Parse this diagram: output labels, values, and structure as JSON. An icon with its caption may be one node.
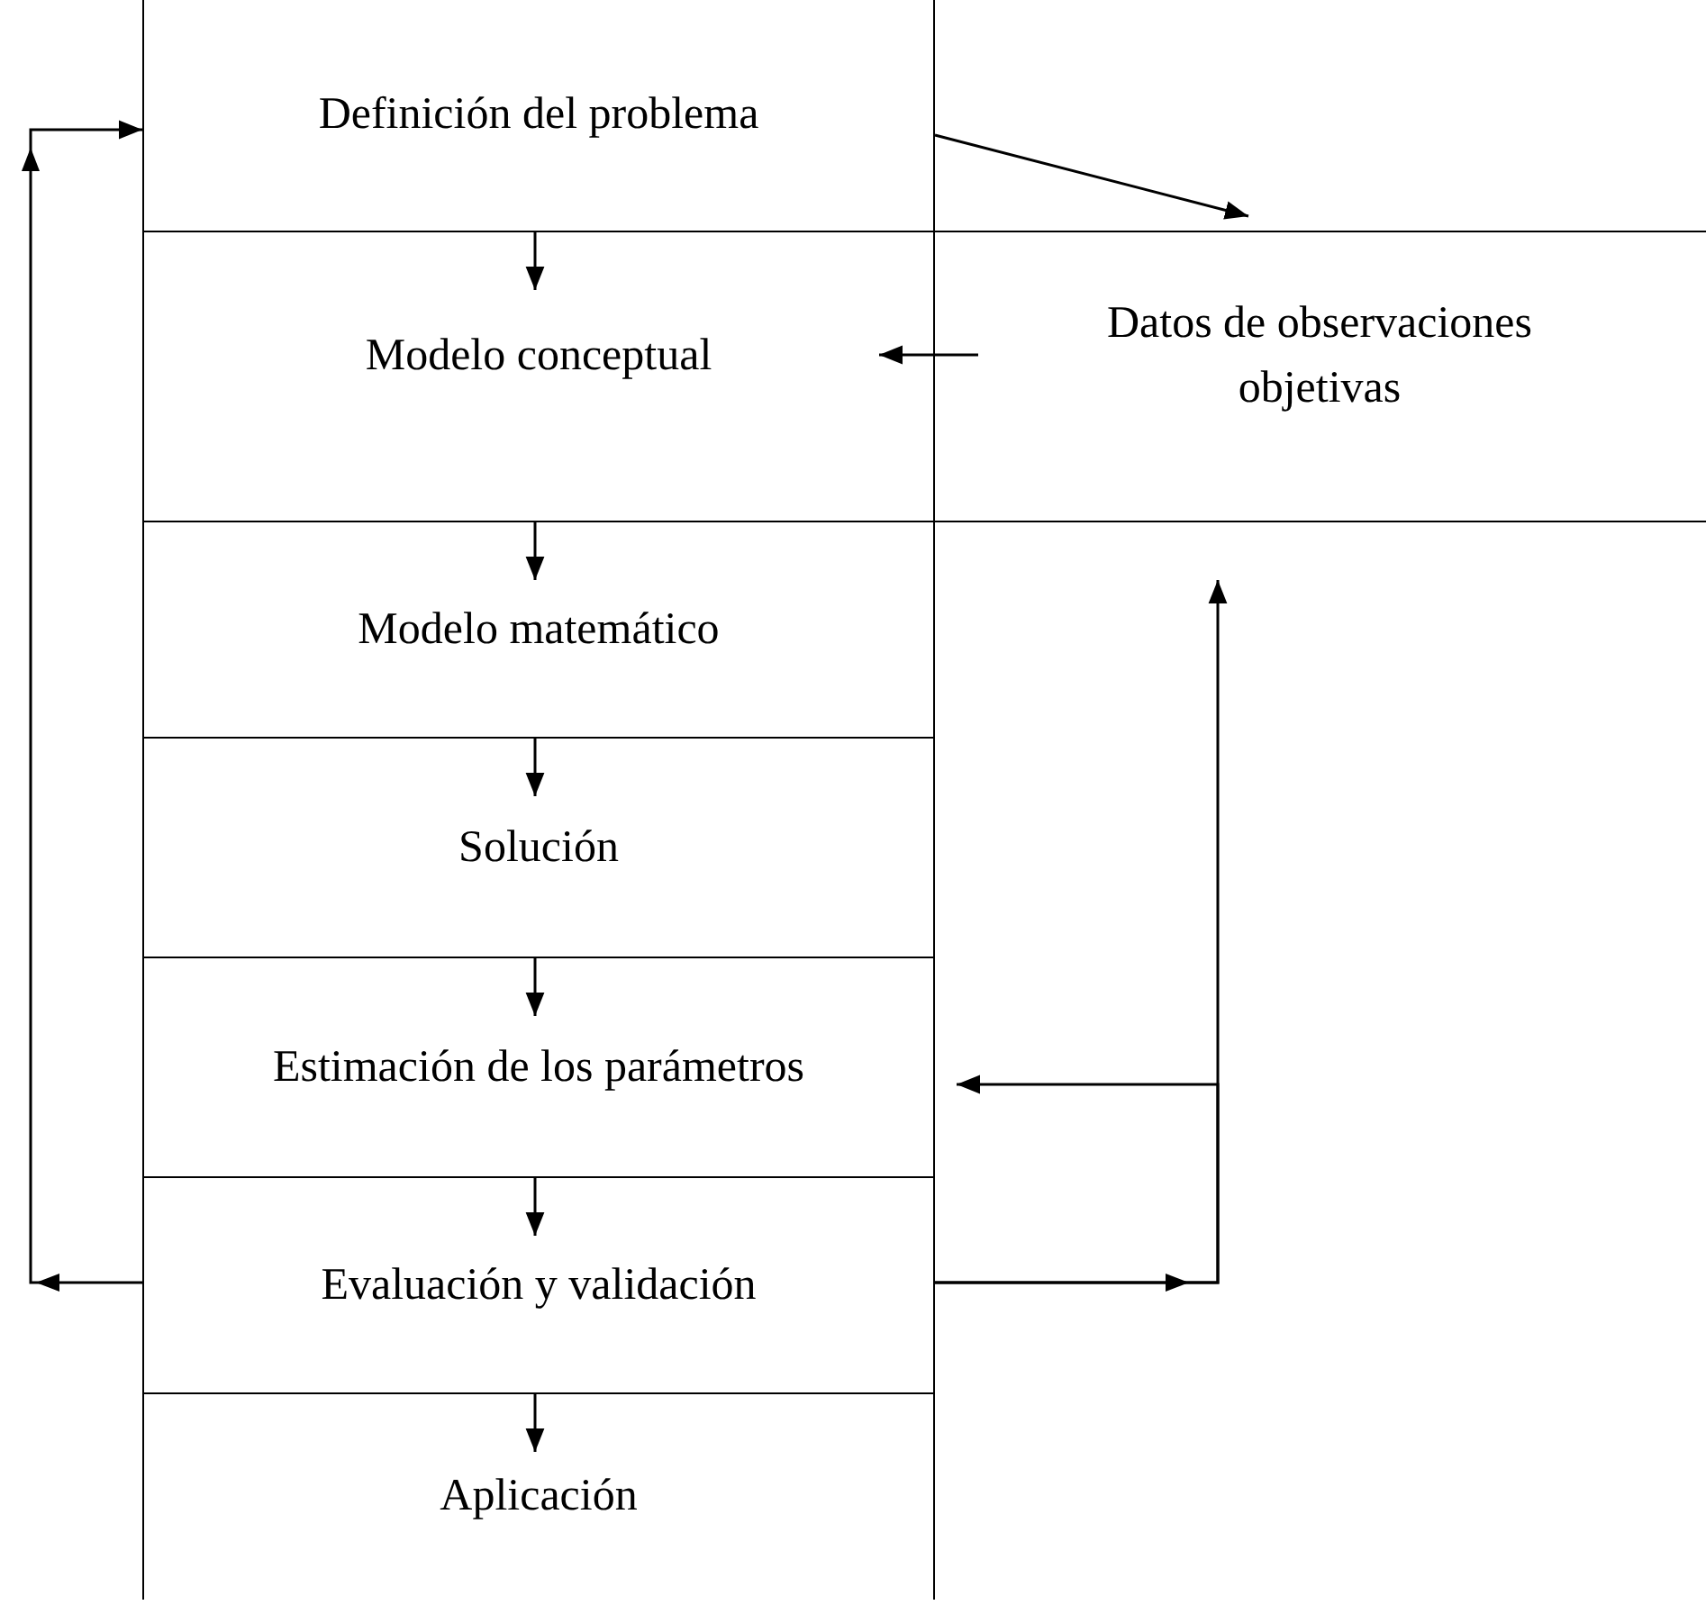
{
  "diagram": {
    "nodes": [
      {
        "text": [
          "Definición del problema"
        ]
      },
      {
        "text": [
          "Modelo conceptual"
        ]
      },
      {
        "text": [
          "Modelo matemático"
        ]
      },
      {
        "text": [
          "Solución"
        ]
      },
      {
        "text": [
          "Estimación de los parámetros"
        ]
      },
      {
        "text": [
          "Evaluación y validación"
        ]
      },
      {
        "text": [
          "Aplicación"
        ]
      },
      {
        "text": [
          "Datos de observaciones objetivas"
        ]
      }
    ],
    "edges": [
      {
        "from": 0,
        "to": 1,
        "arrow": "to"
      },
      {
        "from": 1,
        "to": 2,
        "arrow": "to"
      },
      {
        "from": 2,
        "to": 3,
        "arrow": "to"
      },
      {
        "from": 3,
        "to": 4,
        "arrow": "to"
      },
      {
        "from": 4,
        "to": 5,
        "arrow": "to"
      },
      {
        "from": 5,
        "to": 6,
        "arrow": "to"
      },
      {
        "from": 0,
        "to": 7,
        "arrow": "to"
      },
      {
        "from": 7,
        "to": 1,
        "arrow": "to"
      },
      {
        "from": 5,
        "to": 0,
        "arrow": "to"
      },
      {
        "from": 5,
        "to": 7,
        "arrow": "to"
      },
      {
        "from": 5,
        "to": 4,
        "arrow": "to"
      }
    ]
  }
}
